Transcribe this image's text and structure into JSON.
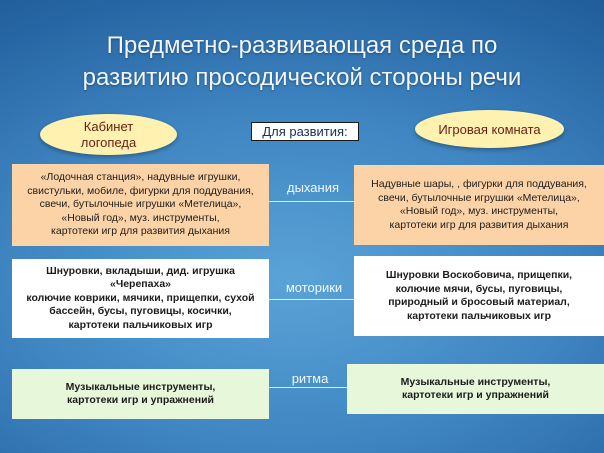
{
  "title": {
    "line1": "Предметно-развивающая среда по",
    "line2": "развитию просодической стороны речи"
  },
  "left_header": {
    "line1": "Кабинет",
    "line2": "логопеда"
  },
  "center_header": "Для развития:",
  "right_header": "Игровая комната",
  "rows": [
    {
      "label": "дыхания",
      "left_lines": [
        "«Лодочная станция», надувные игрушки,",
        "свистульки, мобиле, фигурки для поддувания,",
        "свечи, бутылочные игрушки «Метелица»,",
        "«Новый год», муз. инструменты,",
        "картотеки игр для развития дыхания"
      ],
      "right_lines": [
        "Надувные шары, , фигурки для поддувания,",
        "свечи, бутылочные игрушки «Метелица»,",
        "«Новый год», муз. инструменты,",
        "картотеки игр для развития дыхания"
      ]
    },
    {
      "label": "моторики",
      "left_lines": [
        "Шнуровки, вкладыши, дид. игрушка «Черепаха»",
        "колючие коврики, мячики, прищепки, сухой",
        "бассейн, бусы, пуговицы, косички,",
        "картотеки пальчиковых игр"
      ],
      "right_lines": [
        "Шнуровки Воскобовича, прищепки,",
        "колючие мячи, бусы, пуговицы,",
        "природный и бросовый материал,",
        "картотеки пальчиковых игр"
      ]
    },
    {
      "label": "ритма",
      "left_lines": [
        "Музыкальные инструменты,",
        "картотеки игр и упражнений"
      ],
      "right_lines": [
        "Музыкальные инструменты,",
        "картотеки игр и упражнений"
      ]
    }
  ]
}
